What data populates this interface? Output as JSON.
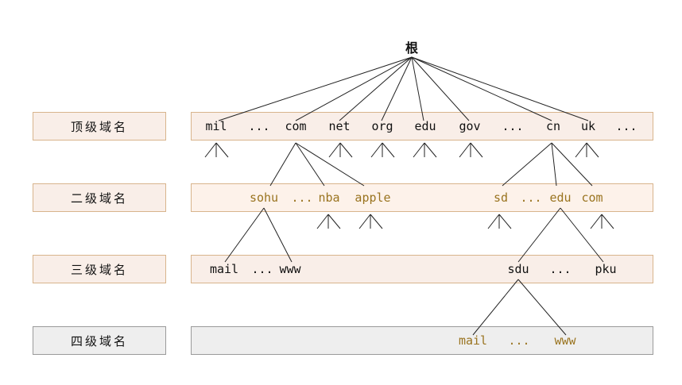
{
  "root": "根",
  "levels": [
    {
      "label": "顶级域名"
    },
    {
      "label": "二级域名"
    },
    {
      "label": "三级域名"
    },
    {
      "label": "四级域名"
    }
  ],
  "top_level": {
    "mil": "mil",
    "dots1": "...",
    "com": "com",
    "net": "net",
    "org": "org",
    "edu": "edu",
    "gov": "gov",
    "dots2": "...",
    "cn": "cn",
    "uk": "uk",
    "dots3": "..."
  },
  "second_level": {
    "sohu": "sohu",
    "dots1": "...",
    "nba": "nba",
    "apple": "apple",
    "sd": "sd",
    "dots2": "...",
    "edu": "edu",
    "com": "com"
  },
  "third_level": {
    "mail": "mail",
    "dots1": "...",
    "www": "www",
    "sdu": "sdu",
    "dots2": "...",
    "pku": "pku"
  },
  "fourth_level": {
    "mail": "mail",
    "dots": "...",
    "www": "www"
  }
}
